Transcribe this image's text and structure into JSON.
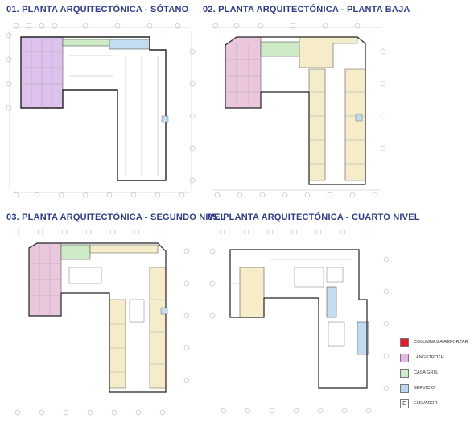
{
  "panels": [
    {
      "title": "01.  PLANTA ARQUITECTÓNICA - SÓTANO"
    },
    {
      "title": "02.  PLANTA ARQUITECTÓNICA - PLANTA BAJA"
    },
    {
      "title": "03.  PLANTA ARQUITECTÓNICA - SEGUNDO NIVEL"
    },
    {
      "title": "05.  PLANTA ARQUITECTÓNICA - CUARTO NIVEL"
    }
  ],
  "legend": [
    {
      "label": "COLUMNAS A REFORZAR",
      "color": "#e8192c",
      "glyph": ""
    },
    {
      "label": "LANGSTROTH",
      "color": "#e4b8e6",
      "glyph": ""
    },
    {
      "label": "CASA GRIS",
      "color": "#cdeecb",
      "glyph": ""
    },
    {
      "label": "SERVICIO",
      "color": "#bcd6f2",
      "glyph": ""
    },
    {
      "label": "ELEVADOR",
      "color": "#ffffff",
      "glyph": "E"
    }
  ],
  "colors": {
    "title": "#2f3b86",
    "pink": "#eac7dc",
    "beige": "#f6ecc9",
    "green": "#cfeac6",
    "blue": "#c3dcf0",
    "purple": "#dcc2ec"
  }
}
